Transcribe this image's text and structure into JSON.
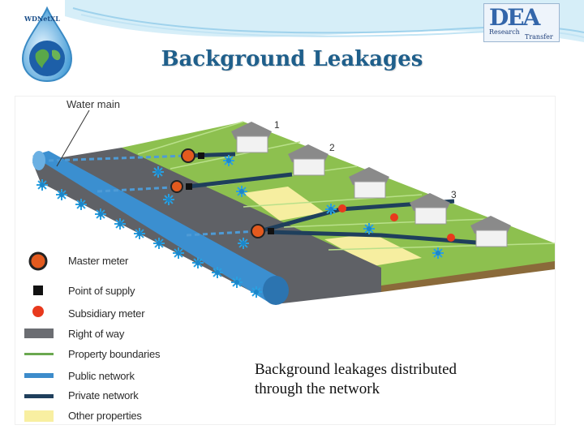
{
  "slide": {
    "title": "Background Leakages",
    "caption": "Background leakages distributed through the network",
    "logo_left_text": "WDNetXL",
    "logo_right_text": "DEA",
    "logo_right_subtext_1": "Research",
    "logo_right_subtext_2": "Transfer"
  },
  "diagram": {
    "water_main_label": "Water main",
    "house_labels": [
      "1",
      "2",
      "3"
    ],
    "legend": [
      {
        "label": "Master meter",
        "icon": "master-meter-icon",
        "color": "#e35a1e"
      },
      {
        "label": "Point of supply",
        "icon": "square-icon",
        "color": "#111111"
      },
      {
        "label": "Subsidiary meter",
        "icon": "dot-icon",
        "color": "#e8391d"
      },
      {
        "label": "Right of way",
        "icon": "bar-icon",
        "color": "#6b6d72"
      },
      {
        "label": "Property boundaries",
        "icon": "line-icon",
        "color": "#6aa84f"
      },
      {
        "label": "Public network",
        "icon": "line-icon",
        "color": "#3d8ccb"
      },
      {
        "label": "Private network",
        "icon": "line-icon",
        "color": "#1f3f5c"
      },
      {
        "label": "Other properties",
        "icon": "bar-icon",
        "color": "#f8efa1"
      }
    ]
  },
  "colors": {
    "title": "#1f5f8b",
    "grass": "#8dc04f",
    "road": "#5f6166",
    "pipe": "#3b8fd0",
    "private_pipe": "#1f3f5c",
    "other_property": "#f6eea0",
    "leak": "#2aa0e0"
  }
}
